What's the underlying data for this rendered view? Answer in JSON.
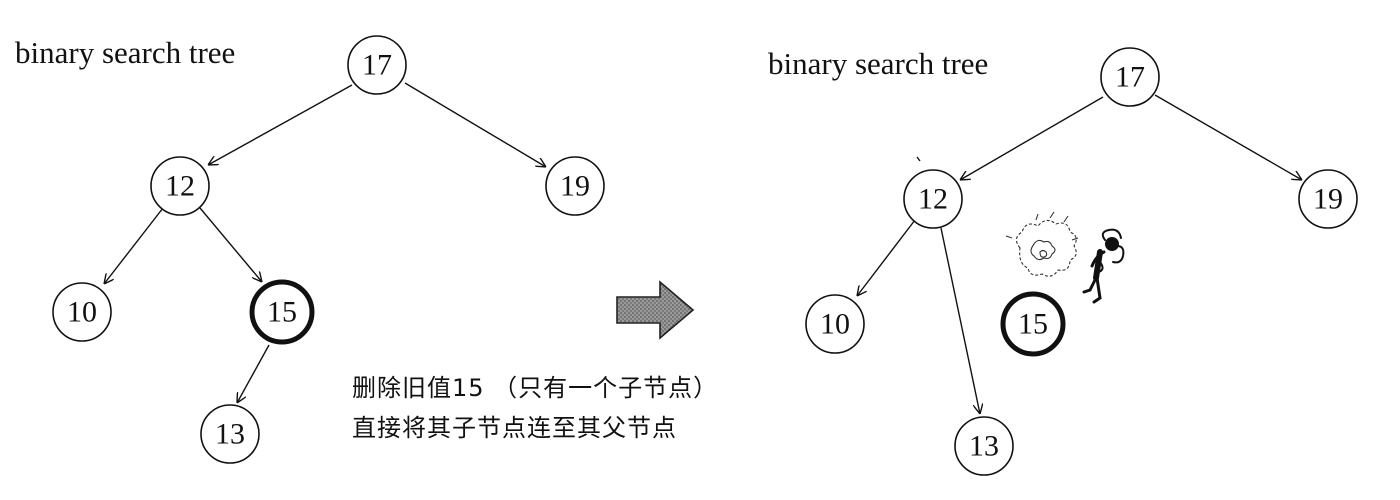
{
  "left": {
    "title": "binary search tree",
    "nodes": [
      "17",
      "12",
      "19",
      "10",
      "15",
      "13"
    ]
  },
  "right": {
    "title": "binary search tree",
    "nodes": [
      "17",
      "12",
      "19",
      "10",
      "13"
    ],
    "removed_node": "15"
  },
  "caption": {
    "line1": "删除旧值15  （只有一个子节点）",
    "line2": "直接将其子节点连至其父节点"
  },
  "icons": {
    "arrow": "right-arrow-icon",
    "explosion": "smoke-puff-icon",
    "figure": "running-figure-icon"
  }
}
